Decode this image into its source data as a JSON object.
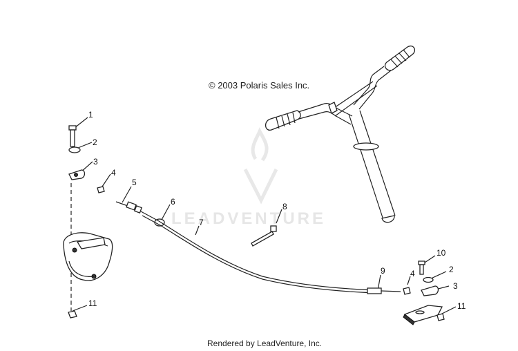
{
  "copyright": "© 2003 Polaris Sales Inc.",
  "footer": "Rendered by LeadVenture, Inc.",
  "watermark": "LEADVENTURE",
  "callouts": [
    {
      "id": "c1",
      "label": "1"
    },
    {
      "id": "c2a",
      "label": "2"
    },
    {
      "id": "c3a",
      "label": "3"
    },
    {
      "id": "c4a",
      "label": "4"
    },
    {
      "id": "c5",
      "label": "5"
    },
    {
      "id": "c6",
      "label": "6"
    },
    {
      "id": "c7",
      "label": "7"
    },
    {
      "id": "c8",
      "label": "8"
    },
    {
      "id": "c9",
      "label": "9"
    },
    {
      "id": "c4b",
      "label": "4"
    },
    {
      "id": "c10",
      "label": "10"
    },
    {
      "id": "c2b",
      "label": "2"
    },
    {
      "id": "c3b",
      "label": "3"
    },
    {
      "id": "c11a",
      "label": "11"
    },
    {
      "id": "c11b",
      "label": "11"
    }
  ]
}
